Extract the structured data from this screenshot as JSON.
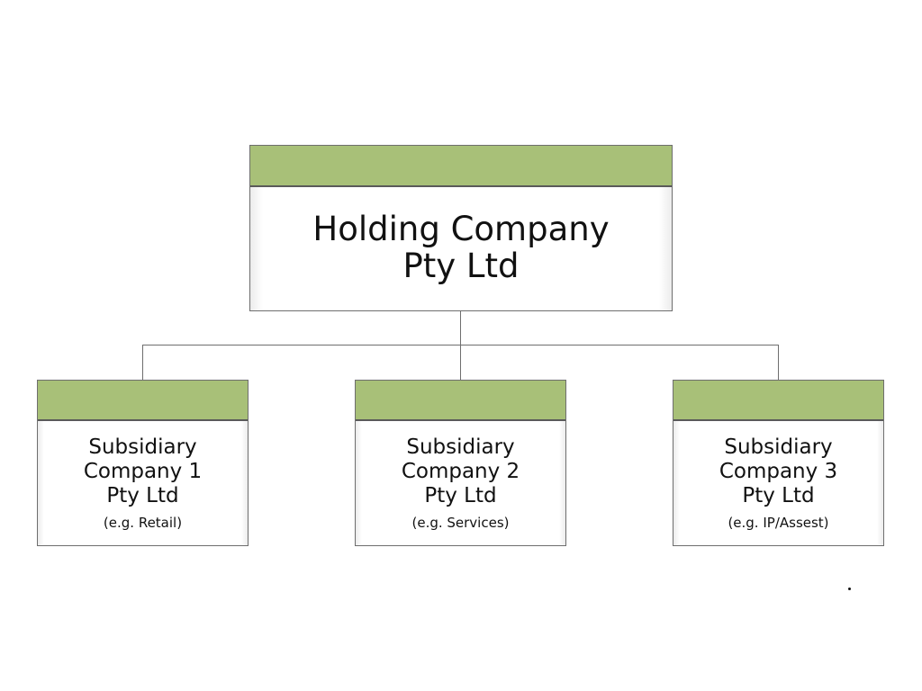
{
  "colors": {
    "header_green": "#a8c078",
    "border": "#6e6e6e"
  },
  "holding": {
    "line1": "Holding Company",
    "line2": "Pty Ltd"
  },
  "subsidiaries": [
    {
      "line1": "Subsidiary",
      "line2": "Company 1",
      "line3": "Pty Ltd",
      "note": "(e.g. Retail)"
    },
    {
      "line1": "Subsidiary",
      "line2": "Company 2",
      "line3": "Pty Ltd",
      "note": "(e.g. Services)"
    },
    {
      "line1": "Subsidiary",
      "line2": "Company 3",
      "line3": "Pty Ltd",
      "note": "(e.g. IP/Assest)"
    }
  ]
}
